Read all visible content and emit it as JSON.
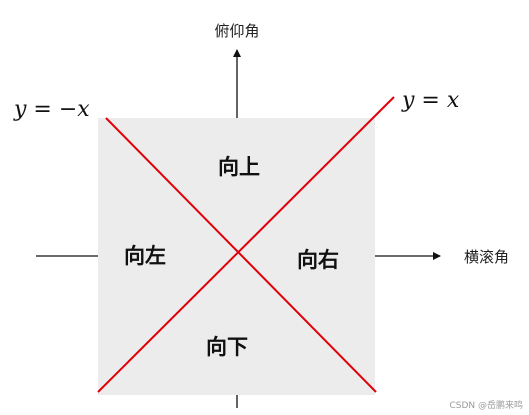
{
  "axes": {
    "vertical_label": "俯仰角",
    "horizontal_label": "横滚角"
  },
  "regions": {
    "up": "向上",
    "down": "向下",
    "left": "向左",
    "right": "向右"
  },
  "lines": {
    "negative_diagonal_label": "y = −x",
    "positive_diagonal_label": "y = x"
  },
  "watermark": "CSDN @岳鹏来鸣",
  "colors": {
    "square_fill": "#ececec",
    "diagonal_lines": "#e0000a",
    "axes": "#111111"
  }
}
